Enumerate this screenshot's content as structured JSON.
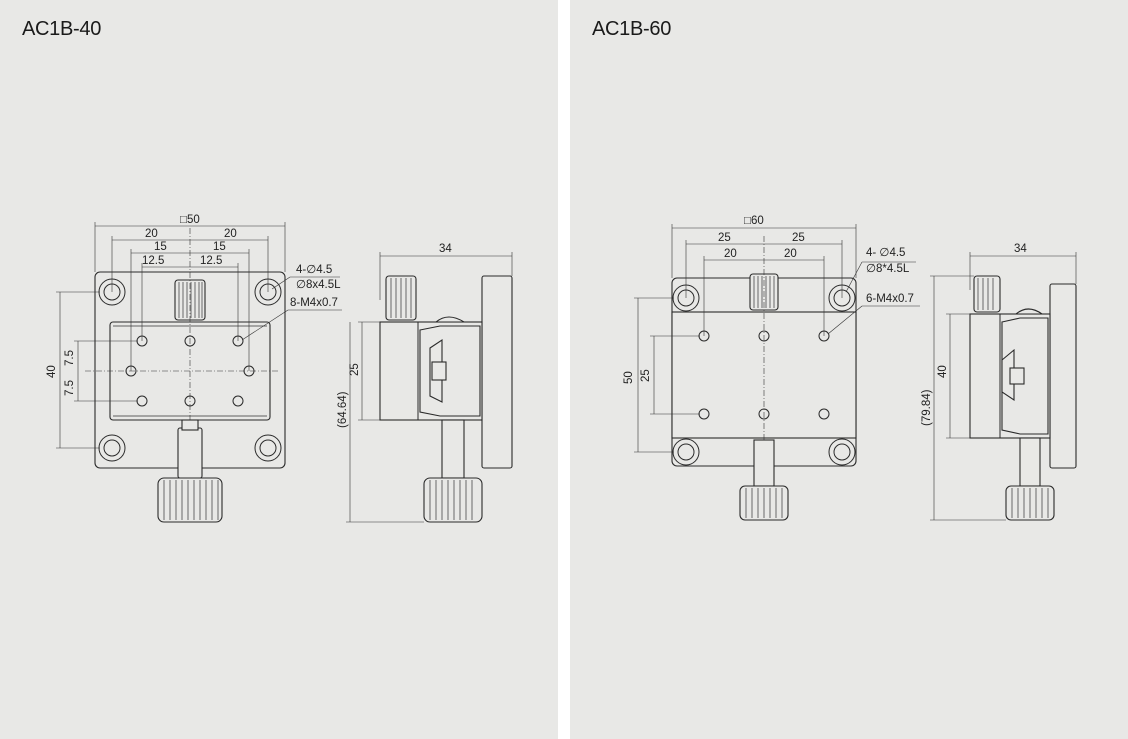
{
  "left": {
    "title": "AC1B-40",
    "square_size": "□50",
    "dim_20_left": "20",
    "dim_20_right": "20",
    "dim_15_left": "15",
    "dim_15_right": "15",
    "dim_125_left": "12.5",
    "dim_125_right": "12.5",
    "hole_callout_1": "4-∅4.5",
    "hole_callout_2": "∅8x4.5L",
    "tap_callout": "8-M4x0.7",
    "dim_40": "40",
    "dim_75_top": "7.5",
    "dim_75_bottom": "7.5",
    "side_width": "34",
    "side_height": "25",
    "overall_height": "(64.64)"
  },
  "right": {
    "title": "AC1B-60",
    "square_size": "□60",
    "dim_25_left": "25",
    "dim_25_right": "25",
    "dim_20_left": "20",
    "dim_20_right": "20",
    "hole_callout_1": "4- ∅4.5",
    "hole_callout_2": "∅8*4.5L",
    "tap_callout": "6-M4x0.7",
    "dim_50": "50",
    "dim_25_v": "25",
    "side_width": "34",
    "side_height": "40",
    "overall_height": "(79.84)"
  }
}
